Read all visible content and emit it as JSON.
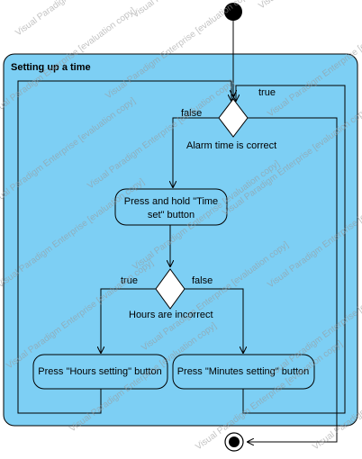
{
  "partition": {
    "title": "Setting up a time"
  },
  "nodes": {
    "press_and_hold": {
      "line1": "Press and hold \"Time",
      "line2": "set\" button"
    },
    "press_hours": {
      "label": "Press \"Hours setting\" button"
    },
    "press_minutes": {
      "label": "Press \"Minutes setting\" button"
    }
  },
  "decisions": {
    "alarm_check": {
      "label": "Alarm time is correct"
    },
    "hours_check": {
      "label": "Hours are incorrect"
    }
  },
  "guards": {
    "alarm_true": "true",
    "alarm_false": "false",
    "hours_true": "true",
    "hours_false": "false"
  },
  "watermark": "Visual Paradigm Enterprise [evaluation copy]",
  "colors": {
    "partition_fill": "#7dcff4",
    "node_fill": "#7dcff4",
    "stroke": "#000000",
    "watermark": "#9a9a9a"
  }
}
